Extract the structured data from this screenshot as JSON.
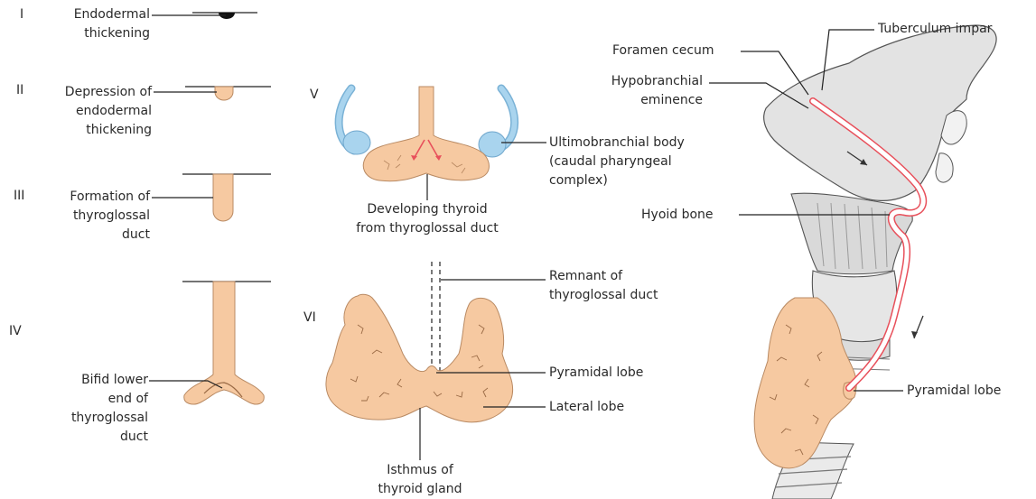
{
  "stages": {
    "I": {
      "numeral": "I",
      "lines": [
        "Endodermal",
        "thickening"
      ]
    },
    "II": {
      "numeral": "II",
      "lines": [
        "Depression of",
        "endodermal",
        "thickening"
      ]
    },
    "III": {
      "numeral": "III",
      "lines": [
        "Formation of",
        "thyroglossal",
        "duct"
      ]
    },
    "IV": {
      "numeral": "IV",
      "lines": [
        "Bifid lower",
        "end of",
        "thyroglossal",
        "duct"
      ]
    },
    "V": {
      "numeral": "V",
      "caption": [
        "Developing thyroid",
        "from thyroglossal duct"
      ],
      "ultimo": [
        "Ultimobranchial body",
        "(caudal pharyngeal",
        "complex)"
      ]
    },
    "VI": {
      "numeral": "VI",
      "remnant": [
        "Remnant of",
        "thyroglossal duct"
      ],
      "pyramidal": "Pyramidal lobe",
      "lateral": "Lateral lobe",
      "isthmus": [
        "Isthmus of",
        "thyroid gland"
      ]
    }
  },
  "right": {
    "tuberculum": "Tuberculum impar",
    "foramen": "Foramen cecum",
    "hypobranchial": [
      "Hypobranchial",
      "eminence"
    ],
    "hyoid": "Hyoid bone",
    "pyramidal": "Pyramidal lobe"
  },
  "colors": {
    "tissue": "#f6c9a1",
    "tissue_edge": "#b98a63",
    "ultimo": "#a9d4ee",
    "duct": "#e8505b",
    "gray": "#c8c8c8"
  }
}
